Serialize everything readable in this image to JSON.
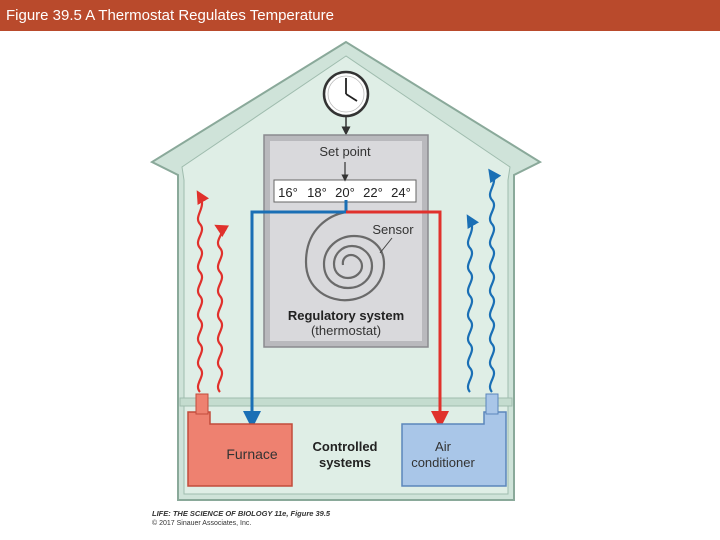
{
  "header": {
    "title": "Figure 39.5  A Thermostat Regulates Temperature"
  },
  "diagram": {
    "set_point_label": "Set point",
    "scale_ticks": [
      "16°",
      "18°",
      "20°",
      "22°",
      "24°"
    ],
    "sensor_label": "Sensor",
    "regulatory_title": "Regulatory system",
    "regulatory_subtitle": "(thermostat)",
    "furnace_label": "Furnace",
    "controlled_line1": "Controlled",
    "controlled_line2": "systems",
    "ac_line1": "Air",
    "ac_line2": "conditioner"
  },
  "credits": {
    "line1": "LIFE: THE SCIENCE OF BIOLOGY 11e, Figure 39.5",
    "line2": "© 2017 Sinauer Associates, Inc."
  },
  "colors": {
    "header_bg": "#b94a2c",
    "heat": "#e0312c",
    "cool": "#1a6fb5",
    "furnace": "#ee8170",
    "ac": "#a9c6e8",
    "house": "#cfe3d9"
  }
}
